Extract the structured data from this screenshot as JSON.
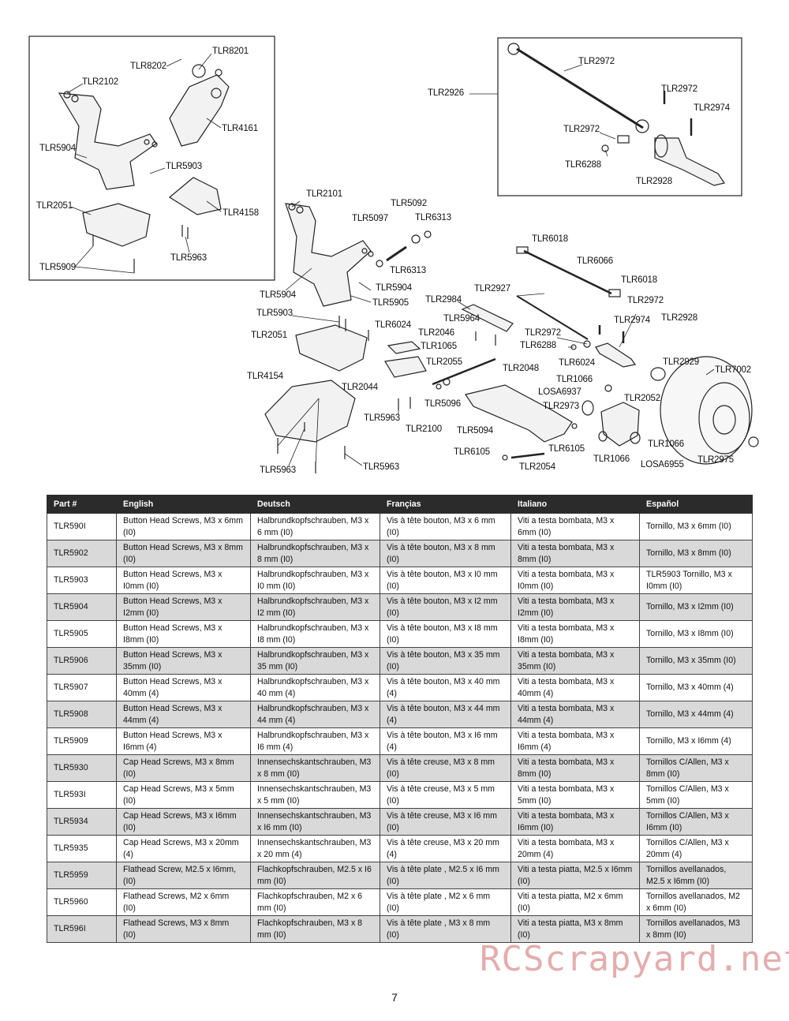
{
  "callouts": [
    {
      "id": "c1",
      "text": "TLR8202"
    },
    {
      "id": "c2",
      "text": "TLR8201"
    },
    {
      "id": "c3",
      "text": "TLR2102"
    },
    {
      "id": "c4",
      "text": "TLR4161"
    },
    {
      "id": "c5",
      "text": "TLR5904"
    },
    {
      "id": "c6",
      "text": "TLR5903"
    },
    {
      "id": "c7",
      "text": "TLR2051"
    },
    {
      "id": "c8",
      "text": "TLR4158"
    },
    {
      "id": "c9",
      "text": "TLR5963"
    },
    {
      "id": "c10",
      "text": "TLR5909"
    },
    {
      "id": "c11",
      "text": "TLR2972"
    },
    {
      "id": "c12",
      "text": "TLR2926"
    },
    {
      "id": "c13",
      "text": "TLR2972"
    },
    {
      "id": "c14",
      "text": "TLR2974"
    },
    {
      "id": "c15",
      "text": "TLR2972"
    },
    {
      "id": "c16",
      "text": "TLR6288"
    },
    {
      "id": "c17",
      "text": "TLR2928"
    },
    {
      "id": "c18",
      "text": "TLR2101"
    },
    {
      "id": "c19",
      "text": "TLR5092"
    },
    {
      "id": "c20",
      "text": "TLR5097"
    },
    {
      "id": "c21",
      "text": "TLR6313"
    },
    {
      "id": "c22",
      "text": "TLR6313"
    },
    {
      "id": "c23",
      "text": "TLR5904"
    },
    {
      "id": "c24",
      "text": "TLR5904"
    },
    {
      "id": "c25",
      "text": "TLR5905"
    },
    {
      "id": "c26",
      "text": "TLR5903"
    },
    {
      "id": "c27",
      "text": "TLR6024"
    },
    {
      "id": "c28",
      "text": "TLR2051"
    },
    {
      "id": "c29",
      "text": "TLR2046"
    },
    {
      "id": "c30",
      "text": "TLR1065"
    },
    {
      "id": "c31",
      "text": "TLR2055"
    },
    {
      "id": "c32",
      "text": "TLR4154"
    },
    {
      "id": "c33",
      "text": "TLR2044"
    },
    {
      "id": "c34",
      "text": "TLR5963"
    },
    {
      "id": "c35",
      "text": "TLR5963"
    },
    {
      "id": "c36",
      "text": "TLR5963"
    },
    {
      "id": "c37",
      "text": "TLR6018"
    },
    {
      "id": "c38",
      "text": "TLR6066"
    },
    {
      "id": "c39",
      "text": "TLR6018"
    },
    {
      "id": "c40",
      "text": "TLR2927"
    },
    {
      "id": "c41",
      "text": "TLR2972"
    },
    {
      "id": "c42",
      "text": "TLR2984"
    },
    {
      "id": "c43",
      "text": "TLR5964"
    },
    {
      "id": "c44",
      "text": "TLR2974"
    },
    {
      "id": "c45",
      "text": "TLR2928"
    },
    {
      "id": "c46",
      "text": "TLR2972"
    },
    {
      "id": "c47",
      "text": "TLR6288"
    },
    {
      "id": "c48",
      "text": "TLR6024"
    },
    {
      "id": "c49",
      "text": "TLR2048"
    },
    {
      "id": "c50",
      "text": "TLR1066"
    },
    {
      "id": "c51",
      "text": "LOSA6937"
    },
    {
      "id": "c52",
      "text": "TLR2973"
    },
    {
      "id": "c53",
      "text": "TLR2052"
    },
    {
      "id": "c54",
      "text": "TLR2929"
    },
    {
      "id": "c55",
      "text": "TLR7002"
    },
    {
      "id": "c56",
      "text": "TLR5096"
    },
    {
      "id": "c57",
      "text": "TLR2100"
    },
    {
      "id": "c58",
      "text": "TLR5094"
    },
    {
      "id": "c59",
      "text": "TLR6105"
    },
    {
      "id": "c60",
      "text": "TLR6105"
    },
    {
      "id": "c61",
      "text": "TLR2054"
    },
    {
      "id": "c62",
      "text": "TLR1066"
    },
    {
      "id": "c63",
      "text": "TLR1066"
    },
    {
      "id": "c64",
      "text": "LOSA6955"
    },
    {
      "id": "c65",
      "text": "TLR2975"
    }
  ],
  "table": {
    "headers": [
      "Part #",
      "English",
      "Deutsch",
      "Françias",
      "Italiano",
      "Español"
    ],
    "rows": [
      [
        "TLR590I",
        "Button Head Screws, M3 x 6mm (I0)",
        "Halbrundkopfschrauben, M3 x 6 mm (I0)",
        "Vis à tête bouton, M3 x 6 mm (I0)",
        "Viti a testa bombata, M3 x 6mm (I0)",
        "Tornillo, M3 x 6mm (I0)"
      ],
      [
        "TLR5902",
        "Button Head Screws, M3 x 8mm (I0)",
        "Halbrundkopfschrauben, M3 x 8 mm (I0)",
        "Vis à tête bouton, M3 x 8 mm (I0)",
        "Viti a testa bombata, M3 x 8mm (I0)",
        "Tornillo, M3 x 8mm (I0)"
      ],
      [
        "TLR5903",
        "Button Head Screws, M3 x I0mm (I0)",
        "Halbrundkopfschrauben, M3 x I0 mm (I0)",
        "Vis à tête bouton, M3 x I0 mm (I0)",
        "Viti a testa bombata, M3 x I0mm (I0)",
        "TLR5903    Tornillo, M3 x I0mm (I0)"
      ],
      [
        "TLR5904",
        "Button Head Screws, M3 x I2mm (I0)",
        "Halbrundkopfschrauben, M3 x I2 mm (I0)",
        "Vis à tête bouton, M3 x I2 mm (I0)",
        "Viti a testa bombata, M3 x I2mm (I0)",
        "Tornillo, M3 x I2mm (I0)"
      ],
      [
        "TLR5905",
        "Button Head Screws, M3 x I8mm (I0)",
        "Halbrundkopfschrauben, M3 x I8 mm (I0)",
        "Vis à tête bouton, M3 x I8 mm (I0)",
        "Viti a testa bombata, M3 x I8mm (I0)",
        "Tornillo, M3 x I8mm (I0)"
      ],
      [
        "TLR5906",
        "Button Head Screws, M3 x 35mm (I0)",
        "Halbrundkopfschrauben, M3 x 35 mm (I0)",
        "Vis à tête bouton, M3 x 35 mm (I0)",
        "Viti a testa bombata, M3 x 35mm (I0)",
        "Tornillo, M3 x 35mm (I0)"
      ],
      [
        "TLR5907",
        "Button Head Screws, M3 x 40mm (4)",
        "Halbrundkopfschrauben, M3 x 40 mm (4)",
        "Vis à tête bouton, M3 x 40 mm (4)",
        "Viti a testa bombata, M3 x 40mm (4)",
        "Tornillo, M3 x 40mm (4)"
      ],
      [
        "TLR5908",
        "Button Head Screws, M3 x 44mm (4)",
        "Halbrundkopfschrauben, M3 x 44 mm (4)",
        "Vis à tête bouton, M3 x 44 mm (4)",
        "Viti a testa bombata, M3 x 44mm (4)",
        "Tornillo, M3 x 44mm (4)"
      ],
      [
        "TLR5909",
        "Button Head Screws, M3 x I6mm (4)",
        "Halbrundkopfschrauben, M3 x I6 mm (4)",
        "Vis à tête bouton, M3 x I6 mm (4)",
        "Viti a testa bombata, M3 x I6mm (4)",
        "Tornillo, M3 x I6mm (4)"
      ],
      [
        "TLR5930",
        "Cap Head Screws, M3 x 8mm (I0)",
        "Innensechskantschrauben, M3 x 8 mm (I0)",
        "Vis à tête creuse, M3 x 8 mm (I0)",
        "Viti a testa bombata, M3 x 8mm (I0)",
        "Tornillos C/Allen, M3 x 8mm (I0)"
      ],
      [
        "TLR593I",
        "Cap Head Screws, M3 x 5mm (I0)",
        "Innensechskantschrauben, M3 x 5 mm (I0)",
        "Vis à tête creuse, M3 x 5 mm (I0)",
        "Viti a testa bombata, M3 x 5mm (I0)",
        "Tornillos C/Allen, M3 x 5mm (I0)"
      ],
      [
        "TLR5934",
        "Cap Head Screws, M3 x I6mm (I0)",
        "Innensechskantschrauben, M3 x I6 mm (I0)",
        "Vis à tête creuse, M3 x I6 mm (I0)",
        "Viti a testa bombata, M3 x I6mm (I0)",
        "Tornillos C/Allen, M3 x I6mm (I0)"
      ],
      [
        "TLR5935",
        "Cap Head Screws, M3 x 20mm (4)",
        "Innensechskantschrauben, M3 x 20 mm (4)",
        "Vis à tête creuse, M3 x 20 mm (4)",
        "Viti a testa bombata, M3 x 20mm (4)",
        "Tornillos C/Allen, M3 x 20mm (4)"
      ],
      [
        "TLR5959",
        "Flathead Screw, M2.5 x I6mm, (I0)",
        "Flachkopfschrauben, M2.5 x I6 mm (I0)",
        "Vis à tête plate , M2.5 x I6 mm (I0)",
        "Viti a testa piatta, M2.5 x I6mm (I0)",
        "Tornillos avellanados, M2.5 x I6mm (I0)"
      ],
      [
        "TLR5960",
        "Flathead Screws, M2 x 6mm (I0)",
        "Flachkopfschrauben, M2 x 6 mm (I0)",
        "Vis à tête plate , M2 x 6 mm (I0)",
        "Viti a testa piatta, M2 x 6mm (I0)",
        "Tornillos avellanados, M2 x 6mm (I0)"
      ],
      [
        "TLR596I",
        "Flathead Screws, M3 x 8mm (I0)",
        "Flachkopfschrauben, M3 x 8 mm (I0)",
        "Vis à tête plate , M3 x 8 mm (I0)",
        "Viti a testa piatta, M3 x 8mm (I0)",
        "Tornillos avellanados, M3 x 8mm (I0)"
      ]
    ]
  },
  "page_number": "7",
  "watermark": "RCScrapyard.net"
}
